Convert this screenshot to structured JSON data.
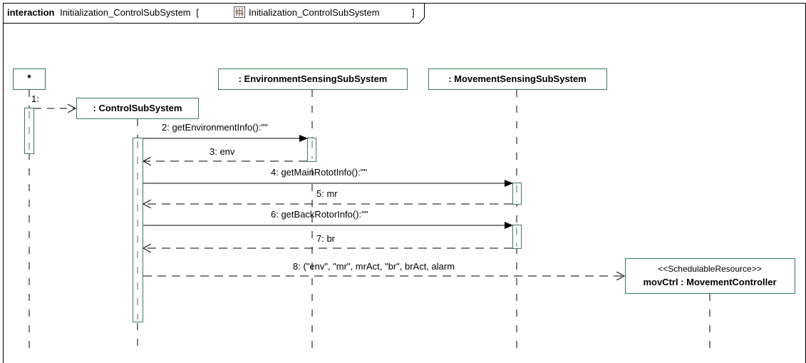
{
  "frame": {
    "keyword": "interaction",
    "name": "Initialization_ControlSubSystem",
    "open_bracket": "[",
    "ref_name": "Initialization_ControlSubSystem",
    "close_bracket": "]",
    "ref_icon": "sequence-diagram-icon"
  },
  "lifelines": {
    "star": {
      "label": "*"
    },
    "control": {
      "label": ": ControlSubSystem"
    },
    "env": {
      "label": ": EnvironmentSensingSubSystem"
    },
    "move": {
      "label": ": MovementSensingSubSystem"
    },
    "movctrl": {
      "stereotype": "<<SchedulableResource>>",
      "label": "movCtrl : MovementController"
    }
  },
  "messages": {
    "m1": "1:",
    "m2": "2: getEnvironmentInfo():\"\"",
    "m3": "3: env",
    "m4": "4: getMainRototInfo():\"\"",
    "m5": "5: mr",
    "m6": "6: getBackRotorInfo():\"\"",
    "m7": "7: br",
    "m8": "8: (\"env\", \"mr\", mrAct, \"br\", brAct, alarm"
  },
  "colors": {
    "lifeline_box_border": "#3c7a56",
    "activation_border": "#3c7a56",
    "line": "#000000",
    "frame_border": "#000000"
  }
}
